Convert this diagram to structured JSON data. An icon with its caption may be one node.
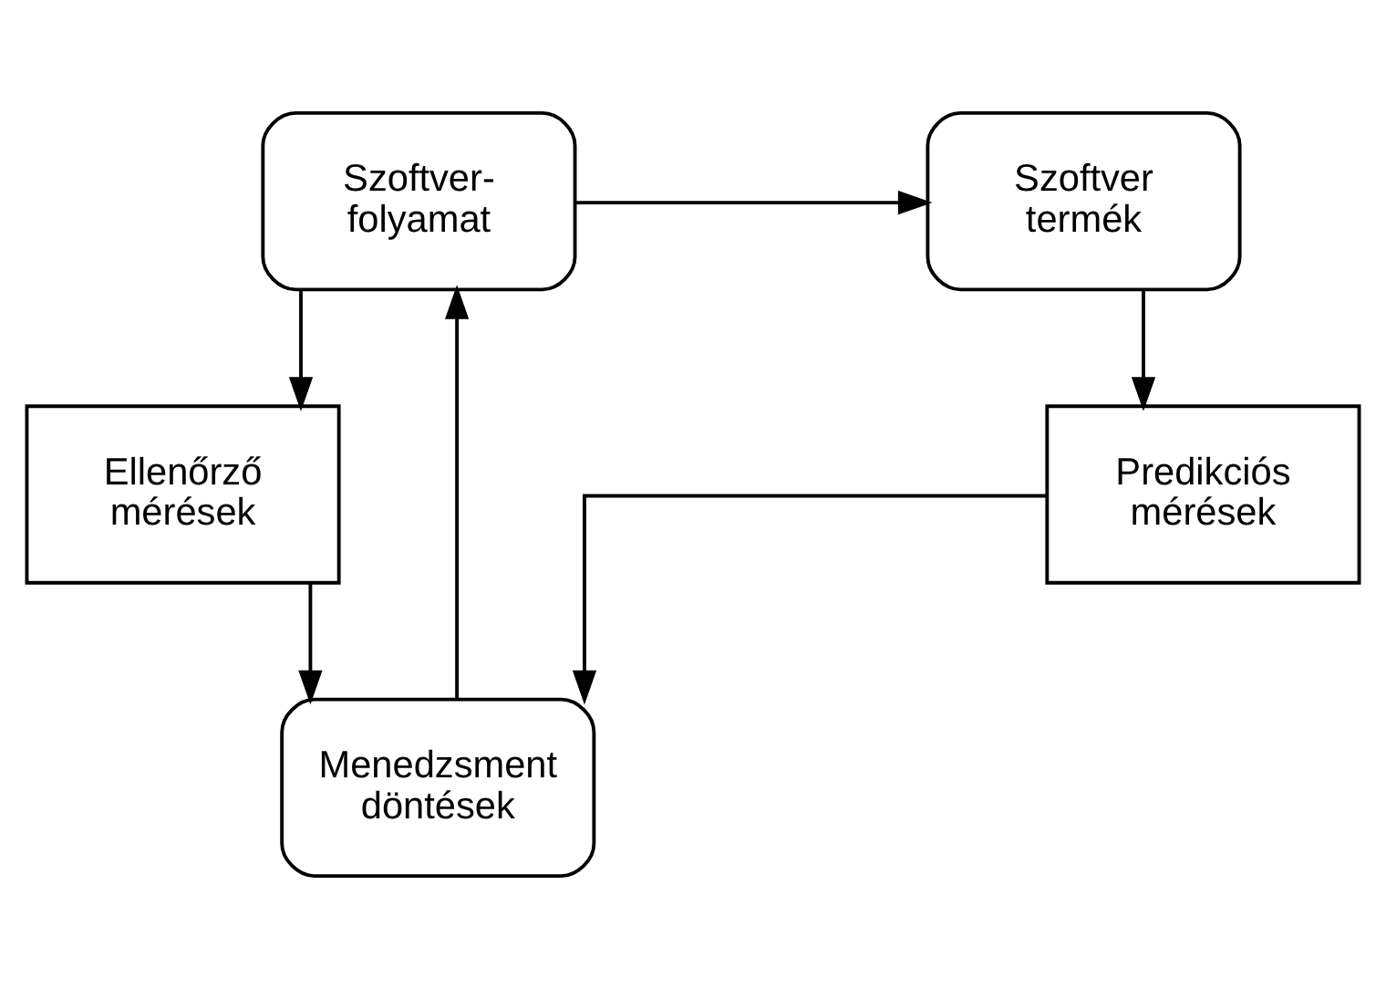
{
  "diagram": {
    "nodes": [
      {
        "text": [
          "Szoftver- folyamat"
        ]
      },
      {
        "text": [
          "Szoftver termék"
        ]
      },
      {
        "text": [
          "Ellenőrző mérések"
        ]
      },
      {
        "text": [
          "Predikciós mérések"
        ]
      },
      {
        "text": [
          "Menedzsment döntések"
        ]
      }
    ],
    "edges": [
      {
        "from": 0,
        "to": 1,
        "arrow": "to"
      },
      {
        "from": 0,
        "to": 2,
        "arrow": "to"
      },
      {
        "from": 1,
        "to": 3,
        "arrow": "to"
      },
      {
        "from": 2,
        "to": 4,
        "arrow": "to"
      },
      {
        "from": 3,
        "to": 4,
        "arrow": "to"
      },
      {
        "from": 4,
        "to": 0,
        "arrow": "to"
      }
    ]
  }
}
